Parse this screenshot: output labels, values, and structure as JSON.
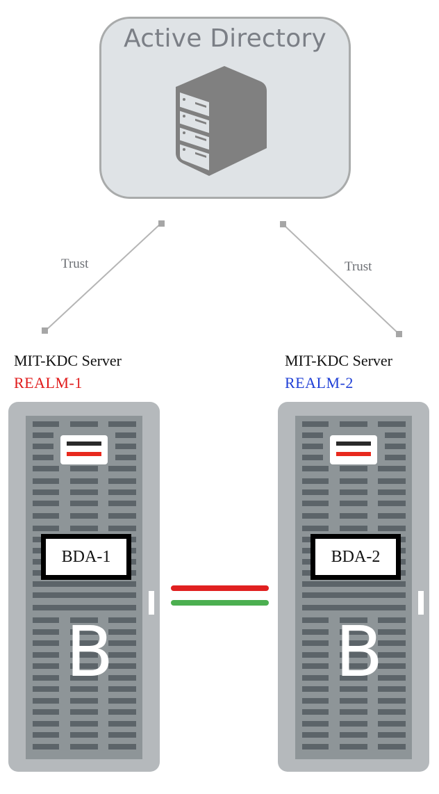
{
  "diagram": {
    "active_directory": {
      "title": "Active Directory",
      "icon": "server-icon"
    },
    "trust_links": [
      {
        "label": "Trust",
        "from": "Active Directory",
        "to": "REALM-1"
      },
      {
        "label": "Trust",
        "from": "Active Directory",
        "to": "REALM-2"
      }
    ],
    "kdc_servers": [
      {
        "title": "MIT-KDC Server",
        "realm": "REALM-1",
        "realm_color": "#e01b1b"
      },
      {
        "title": "MIT-KDC Server",
        "realm": "REALM-2",
        "realm_color": "#1f3fd6"
      }
    ],
    "racks": [
      {
        "label": "BDA-1",
        "logo_letter": "B"
      },
      {
        "label": "BDA-2",
        "logo_letter": "B"
      }
    ],
    "rack_connection": {
      "colors": [
        "#e02020",
        "#4caf50"
      ]
    },
    "colors": {
      "ad_box_fill": "#dfe3e6",
      "ad_box_border": "#a9abab",
      "rack_frame": "#b5b9bc",
      "rack_panel": "#8e9598",
      "vent": "#5c6469",
      "oracle_red": "#e8291d"
    }
  }
}
